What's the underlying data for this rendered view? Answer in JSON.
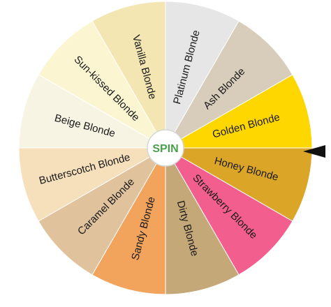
{
  "wheel": {
    "spin_label": "SPIN",
    "spin_color": "#4aa04a",
    "pointer_icon": "triangle-pointer-left",
    "segments": [
      {
        "label": "Golden Blonde",
        "color": "#ffd700"
      },
      {
        "label": "Honey Blonde",
        "color": "#dba628"
      },
      {
        "label": "Strawberry Blonde",
        "color": "#f25e8e"
      },
      {
        "label": "Dirty Blonde",
        "color": "#c5a878"
      },
      {
        "label": "Sandy Blonde",
        "color": "#f2a45c"
      },
      {
        "label": "Caramel Blonde",
        "color": "#e0c29d"
      },
      {
        "label": "Butterscotch Blonde",
        "color": "#f6dfbb"
      },
      {
        "label": "Beige Blonde",
        "color": "#f7f4e4"
      },
      {
        "label": "Sun-kissed Blonde",
        "color": "#fbf5d2"
      },
      {
        "label": "Vanilla Blonde",
        "color": "#f3e6b3"
      },
      {
        "label": "Platinum Blonde",
        "color": "#e6e6e6"
      },
      {
        "label": "Ash Blonde",
        "color": "#d8cdbb"
      }
    ]
  }
}
